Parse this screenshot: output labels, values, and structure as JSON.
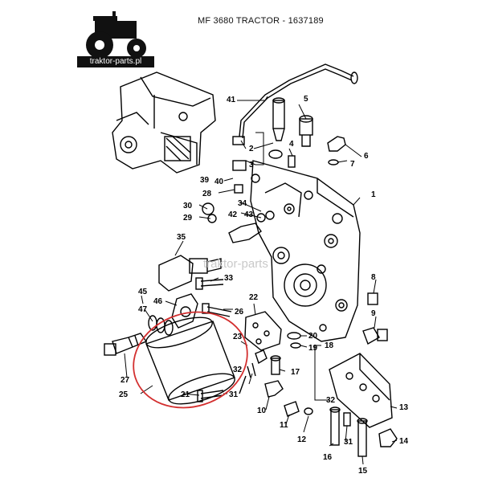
{
  "header": {
    "title": "MF 3680 TRACTOR - 1637189"
  },
  "logo": {
    "text": "traktor-parts.pl"
  },
  "watermark": {
    "text": "traktor-parts"
  },
  "callouts": [
    "41",
    "1",
    "2",
    "3",
    "4",
    "5",
    "6",
    "7",
    "39",
    "40",
    "28",
    "30",
    "29",
    "34",
    "42",
    "43",
    "35",
    "33",
    "45",
    "46",
    "47",
    "26",
    "22",
    "23",
    "20",
    "19",
    "18",
    "8",
    "9",
    "27",
    "25",
    "17",
    "32",
    "21",
    "31",
    "10",
    "11",
    "12",
    "16",
    "13",
    "14",
    "15"
  ],
  "colors": {
    "line": "#000000",
    "highlight": "#d32f2f",
    "ink": "#1a1a1a"
  }
}
